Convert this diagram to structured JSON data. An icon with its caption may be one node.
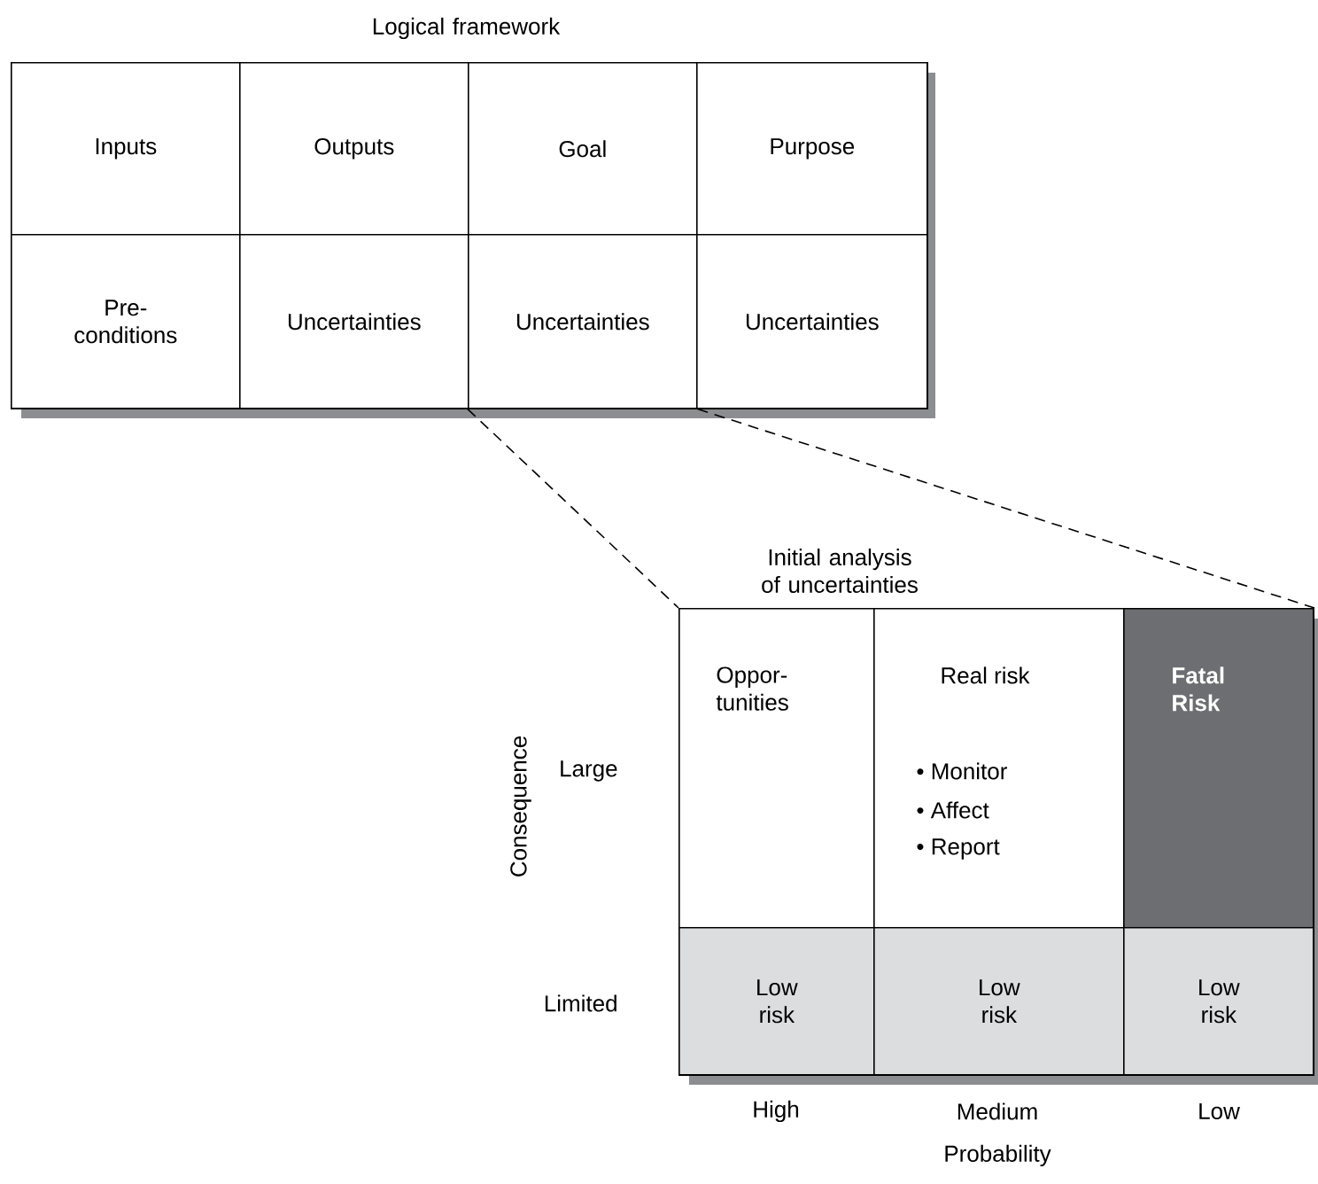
{
  "diagram": {
    "nodes": [
      {
        "text": [
          "Logical framework"
        ]
      },
      {
        "text": [
          "Inputs"
        ],
        "in": 0
      },
      {
        "text": [
          "Outputs"
        ],
        "in": 0
      },
      {
        "text": [
          "Goal"
        ],
        "in": 0
      },
      {
        "text": [
          "Purpose"
        ],
        "in": 0
      },
      {
        "text": [
          "Pre- conditions"
        ],
        "in": 0
      },
      {
        "text": [
          "Uncertainties"
        ],
        "in": 0
      },
      {
        "text": [
          "Uncertainties"
        ],
        "in": 0
      },
      {
        "text": [
          "Uncertainties"
        ],
        "in": 0
      },
      {
        "text": [
          "Initial analysis of uncertainties"
        ]
      },
      {
        "text": [
          "Oppor- tunities"
        ],
        "in": 9
      },
      {
        "text": [
          "Real risk",
          "• Monitor",
          "• Affect",
          "• Report"
        ],
        "in": 9
      },
      {
        "text": [
          "Fatal Risk"
        ],
        "in": 9
      },
      {
        "text": [
          "Low risk"
        ],
        "in": 9
      },
      {
        "text": [
          "Low risk"
        ],
        "in": 9
      },
      {
        "text": [
          "Low risk"
        ],
        "in": 9
      }
    ],
    "edges": [
      {
        "from": 7,
        "to": 9,
        "arrow": "none",
        "style": "dashed"
      },
      {
        "from": 7,
        "to": 9,
        "arrow": "none",
        "style": "dashed"
      }
    ],
    "labels": [
      "Consequence",
      "Large",
      "Limited",
      "High",
      "Medium",
      "Low",
      "Probability"
    ]
  }
}
